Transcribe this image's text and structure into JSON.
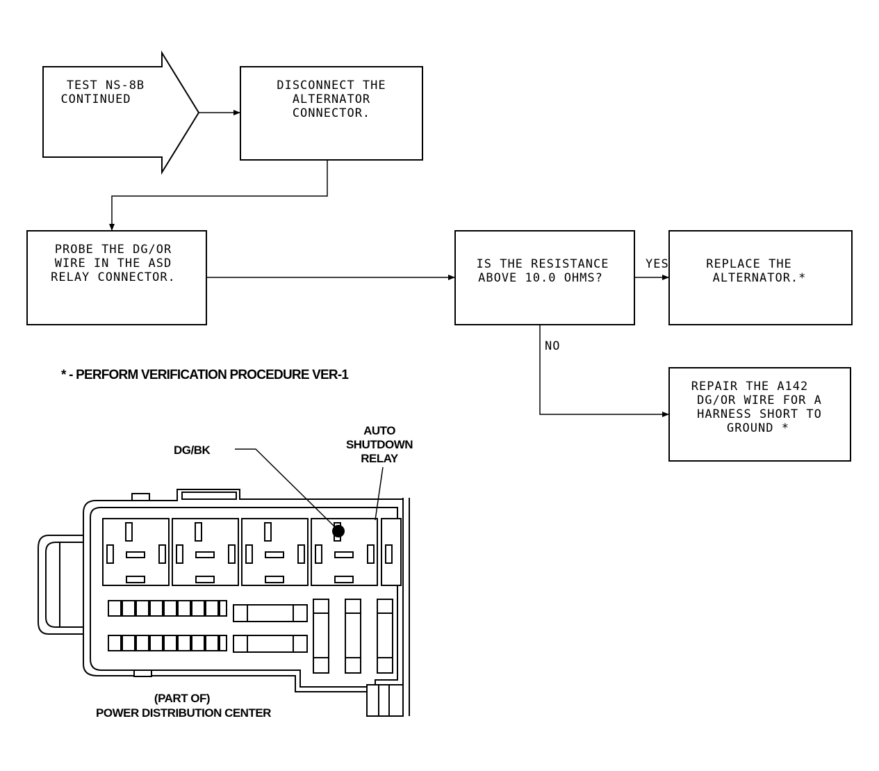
{
  "flowchart": {
    "start": [
      "TEST NS-8B",
      "CONTINUED"
    ],
    "disconnect": [
      "DISCONNECT THE",
      "ALTERNATOR",
      "CONNECTOR."
    ],
    "probe": [
      "PROBE THE DG/OR",
      "WIRE IN THE ASD",
      "RELAY CONNECTOR."
    ],
    "question": [
      "IS THE RESISTANCE",
      "ABOVE 10.0 OHMS?"
    ],
    "replace": [
      "REPLACE THE",
      "ALTERNATOR.*"
    ],
    "repair": [
      "REPAIR THE A142",
      "DG/OR WIRE FOR A",
      "HARNESS SHORT TO",
      "GROUND *"
    ],
    "yes_label": "YES",
    "no_label": "NO"
  },
  "note": "* - PERFORM VERIFICATION PROCEDURE VER-1",
  "illustration": {
    "wire_label": "DG/BK",
    "relay_label": [
      "AUTO",
      "SHUTDOWN",
      "RELAY"
    ],
    "caption": [
      "(PART OF)",
      "POWER DISTRIBUTION CENTER"
    ]
  }
}
